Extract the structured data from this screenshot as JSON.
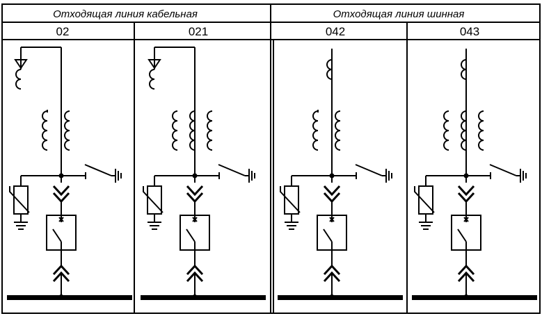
{
  "groups": [
    {
      "title": "Отходящая линия кабельная"
    },
    {
      "title": "Отходящая линия шинная"
    }
  ],
  "cells": [
    {
      "number": "02",
      "kind": "cable",
      "ct": 2
    },
    {
      "number": "021",
      "kind": "cable",
      "ct": 3
    },
    {
      "number": "042",
      "kind": "bus",
      "ct": 2
    },
    {
      "number": "043",
      "kind": "bus",
      "ct": 3
    }
  ]
}
